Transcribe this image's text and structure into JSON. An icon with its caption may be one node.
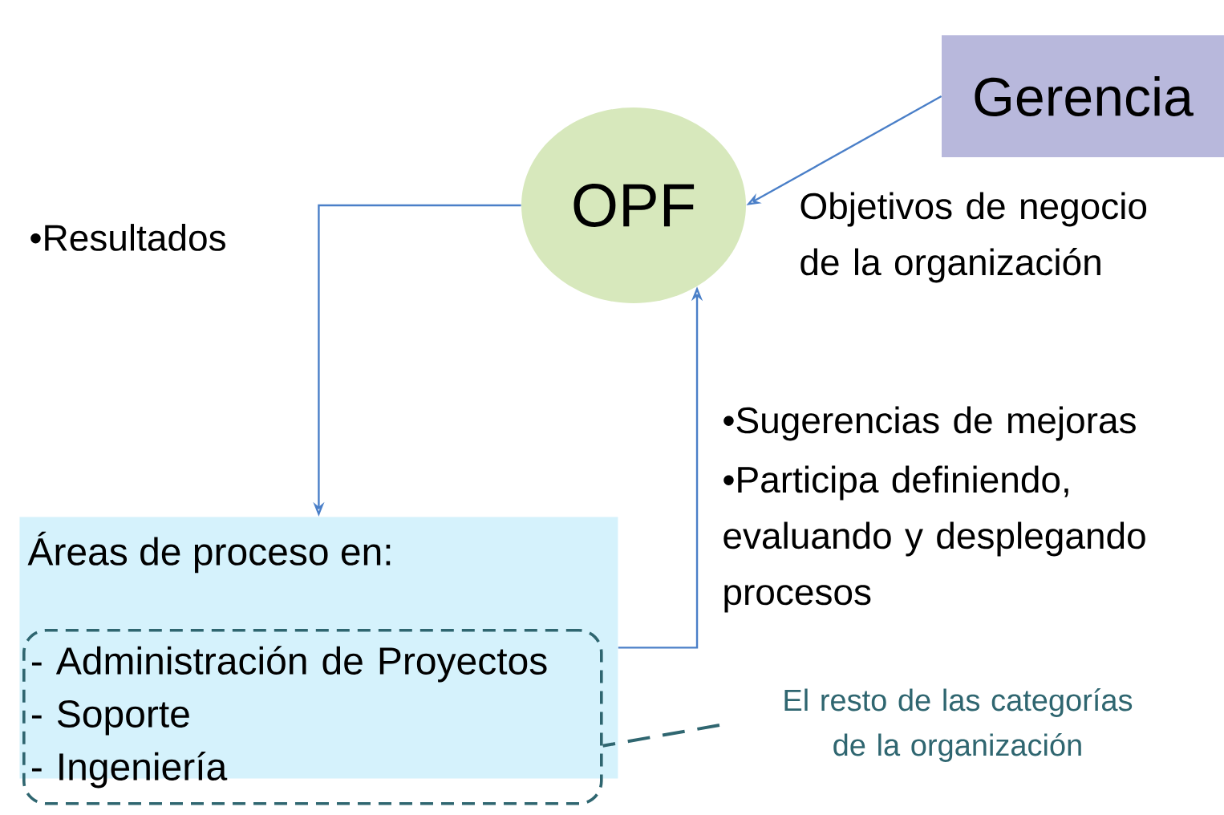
{
  "diagram": {
    "nodes": [
      {
        "text": [
          "Gerencia"
        ]
      },
      {
        "text": [
          "OPF"
        ]
      },
      {
        "text": [
          "Áreas de proceso en:"
        ]
      },
      {
        "text": [
          "- Administración de Proyectos",
          "- Soporte",
          "- Ingeniería"
        ]
      },
      {
        "text": [
          "El resto de las categorías de la organización"
        ]
      }
    ],
    "edges": [
      {
        "from": 0,
        "to": 1,
        "arrow": "to"
      },
      {
        "from": 1,
        "to": 2,
        "arrow": "to"
      },
      {
        "from": 2,
        "to": 1,
        "arrow": "to"
      },
      {
        "from": 4,
        "to": 3,
        "arrow": "none",
        "style": "dashed",
        "color": "#2f6670"
      }
    ],
    "labels": [
      "•Resultados",
      "Objetivos de negocio de la organización",
      "•Sugerencias de mejoras",
      "•Participa definiendo, evaluando y desplegando procesos"
    ]
  }
}
